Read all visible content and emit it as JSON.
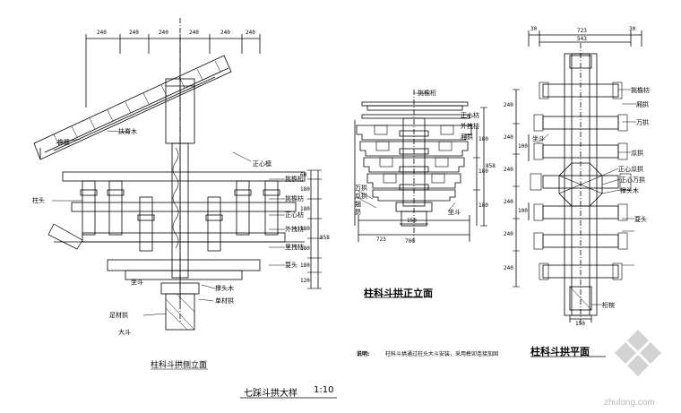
{
  "views": {
    "side": {
      "caption": "柱科斗拱侧立面",
      "top_dims": [
        "240",
        "240",
        "240",
        "240",
        "240",
        "240"
      ],
      "right_dims": [
        "60",
        "180",
        "180",
        "180",
        "180",
        "180",
        "120"
      ],
      "total_dim": "858",
      "labels": [
        "檐檩",
        "扶脊木",
        "正心檩",
        "挑檐桁",
        "挑檐枋",
        "正心枋",
        "外拽枋",
        "里拽枋",
        "耍头",
        "撑头木",
        "单材拱",
        "足材拱",
        "坐斗",
        "大斗",
        "柱头"
      ]
    },
    "front": {
      "caption": "柱科斗拱正立面",
      "widths": [
        "723",
        "700",
        "150"
      ],
      "heights": [
        "180",
        "180",
        "180",
        "858"
      ],
      "labels": [
        "挑檐桁",
        "正心枋",
        "外拽枋",
        "厢拱",
        "万拱",
        "瓜拱",
        "翘",
        "昂",
        "坐斗"
      ]
    },
    "plan": {
      "caption": "柱科斗拱平面",
      "top_dims": [
        "30",
        "30",
        "723",
        "543"
      ],
      "left_dims": [
        "240",
        "240",
        "240",
        "240",
        "240",
        "240"
      ],
      "small_dims": [
        "100",
        "100",
        "150"
      ],
      "labels": [
        "挑檐枋",
        "厢拱",
        "万拱",
        "瓜拱",
        "正心瓜拱",
        "正心万拱",
        "撑头木",
        "耍头",
        "坐斗",
        "桁椀"
      ]
    }
  },
  "note": {
    "label": "说明:",
    "text": "柱科斗拱通过柱头大斗安装，采用榫卯连接加固"
  },
  "main_title": "七踩斗拱大样",
  "scale": "1:10",
  "watermark": "zhulong.com"
}
